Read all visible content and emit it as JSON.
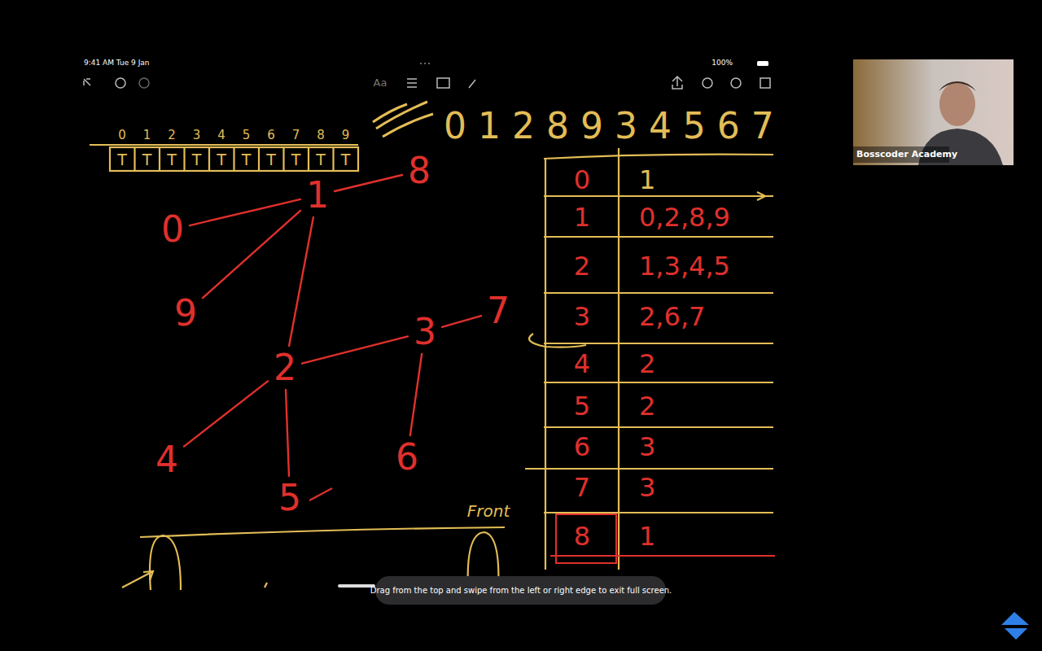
{
  "diagram": {
    "nodes": [
      {
        "text": [
          "8"
        ]
      },
      {
        "text": [
          "1"
        ]
      },
      {
        "text": [
          "0"
        ]
      },
      {
        "text": [
          "9"
        ]
      },
      {
        "text": [
          "7"
        ]
      },
      {
        "text": [
          "3"
        ]
      },
      {
        "text": [
          "2"
        ]
      },
      {
        "text": [
          "6"
        ]
      },
      {
        "text": [
          "4"
        ]
      },
      {
        "text": [
          "5"
        ]
      }
    ],
    "edges": [
      {
        "from": 1,
        "to": 0,
        "arrow": "none"
      },
      {
        "from": 1,
        "to": 2,
        "arrow": "none"
      },
      {
        "from": 1,
        "to": 3,
        "arrow": "none"
      },
      {
        "from": 1,
        "to": 6,
        "arrow": "none"
      },
      {
        "from": 6,
        "to": 5,
        "arrow": "none"
      },
      {
        "from": 5,
        "to": 4,
        "arrow": "none"
      },
      {
        "from": 6,
        "to": 8,
        "arrow": "none"
      },
      {
        "from": 6,
        "to": 9,
        "arrow": "none"
      },
      {
        "from": 5,
        "to": 7,
        "arrow": "none"
      }
    ],
    "labels": [
      "9:41 AM Tue 9 Jan",
      "100%",
      "Aa",
      "0",
      "1",
      "2",
      "3",
      "4",
      "5",
      "6",
      "7",
      "8",
      "9",
      "T",
      "T",
      "T",
      "T",
      "T",
      "T",
      "T",
      "T",
      "T",
      "T",
      "0 1 2 8 9 3 4 5 6 7",
      "0",
      "1",
      "2",
      "3",
      "4",
      "5",
      "6",
      "7",
      "8",
      "1",
      "0,2,8,9",
      "1,3,4,5",
      "2,6,7",
      "2",
      "2",
      "3",
      "3",
      "1",
      "Front",
      "Bosscoder Academy",
      "Drag from the top and swipe from the left or right edge to exit full screen."
    ]
  }
}
